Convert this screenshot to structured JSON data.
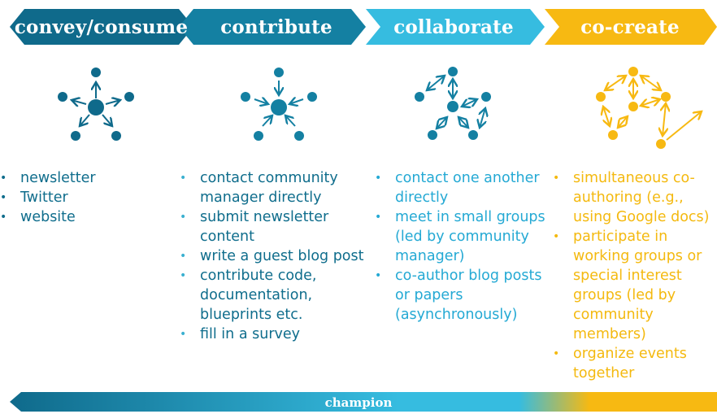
{
  "stages": [
    {
      "label": "convey/consume",
      "color": "#0f6a8b"
    },
    {
      "label": "contribute",
      "color": "#1480a2"
    },
    {
      "label": "collaborate",
      "color": "#36bce0"
    },
    {
      "label": "co-create",
      "color": "#f7b912"
    }
  ],
  "columns": [
    {
      "items": [
        "newsletter",
        "Twitter",
        "website"
      ]
    },
    {
      "items": [
        "contact community manager directly",
        "submit newsletter content",
        "write a guest blog post",
        "contribute code, documentation, blueprints etc.",
        "fill in a survey"
      ]
    },
    {
      "items": [
        "contact one another directly",
        "meet in small groups (led by community manager)",
        "co-author blog posts or papers (asynchronously)"
      ]
    },
    {
      "items": [
        "simultaneous co-authoring (e.g., using Google docs)",
        "participate in working groups or special interest groups (led by community members)",
        "organize events together"
      ]
    }
  ],
  "bottom": {
    "label": "champion",
    "gradient": [
      "#0f6a8b",
      "#36bce0",
      "#f7b912"
    ]
  },
  "icons": [
    "broadcast-network-icon",
    "contribution-network-icon",
    "collaboration-network-icon",
    "co-creation-network-icon"
  ]
}
